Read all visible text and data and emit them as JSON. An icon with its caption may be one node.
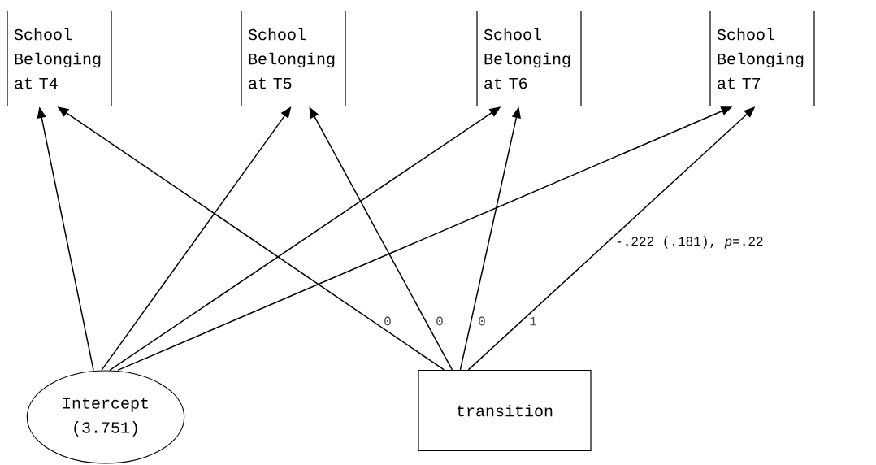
{
  "diagram": {
    "nodes": [
      {
        "text": [
          "School Belonging at T4"
        ]
      },
      {
        "text": [
          "School Belonging at T5"
        ]
      },
      {
        "text": [
          "School Belonging at T6"
        ]
      },
      {
        "text": [
          "School Belonging at T7"
        ]
      },
      {
        "text": [
          "Intercept (3.751)"
        ]
      },
      {
        "text": [
          "transition"
        ]
      }
    ],
    "edges": [
      {
        "from": 4,
        "to": 0,
        "arrow": "to"
      },
      {
        "from": 4,
        "to": 1,
        "arrow": "to"
      },
      {
        "from": 4,
        "to": 2,
        "arrow": "to"
      },
      {
        "from": 4,
        "to": 3,
        "arrow": "to"
      },
      {
        "from": 5,
        "to": 0,
        "arrow": "to",
        "label": "0"
      },
      {
        "from": 5,
        "to": 1,
        "arrow": "to",
        "label": "0"
      },
      {
        "from": 5,
        "to": 2,
        "arrow": "to",
        "label": "0"
      },
      {
        "from": 5,
        "to": 3,
        "arrow": "to",
        "label": "1"
      }
    ],
    "labels": [
      "-.222 (.181), *p*=.22"
    ]
  }
}
